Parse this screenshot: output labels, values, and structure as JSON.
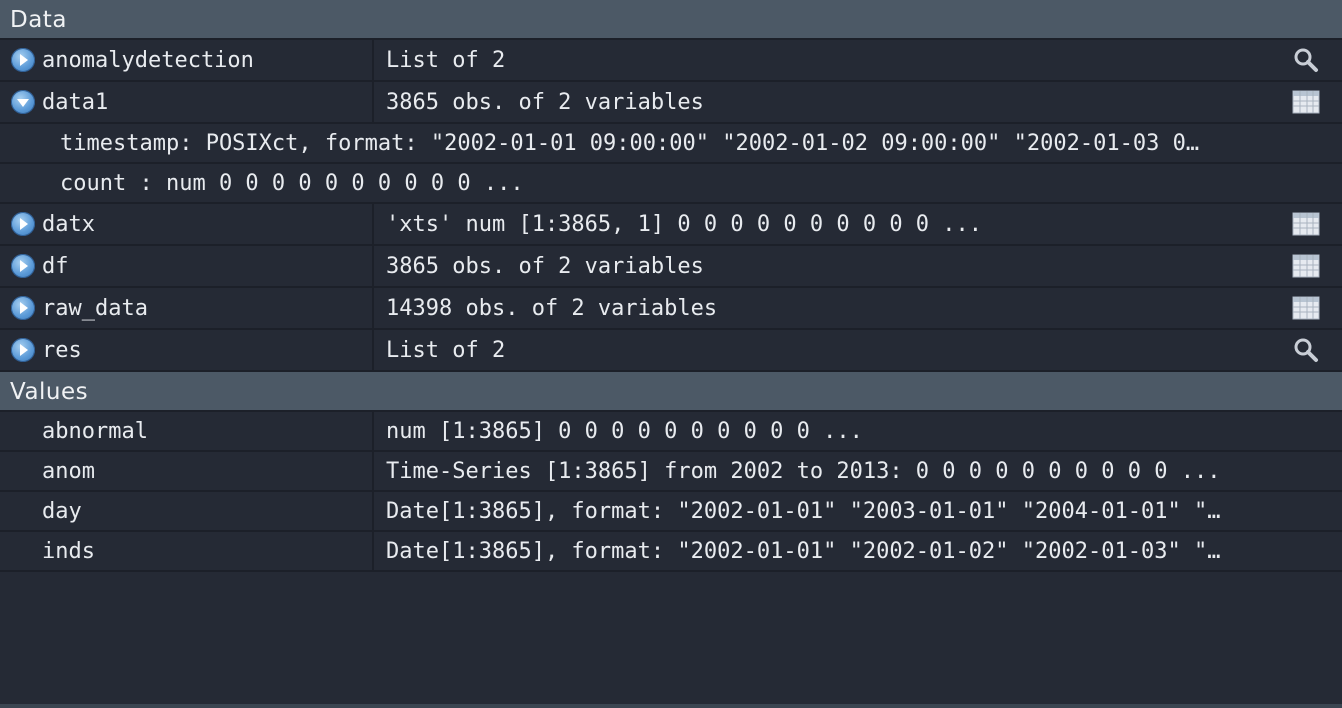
{
  "sections": {
    "data_title": "Data",
    "values_title": "Values"
  },
  "data_rows": [
    {
      "name": "anomalydetection",
      "value": "List of 2",
      "state": "collapsed",
      "action": "search-icon"
    },
    {
      "name": "data1",
      "value": "3865 obs. of 2 variables",
      "state": "expanded",
      "action": "table-icon"
    },
    {
      "name": "datx",
      "value": "'xts' num [1:3865, 1] 0 0 0 0 0 0 0 0 0 0 ...",
      "state": "collapsed",
      "action": "table-icon"
    },
    {
      "name": "df",
      "value": "3865 obs. of 2 variables",
      "state": "collapsed",
      "action": "table-icon"
    },
    {
      "name": "raw_data",
      "value": "14398 obs. of 2 variables",
      "state": "collapsed",
      "action": "table-icon"
    },
    {
      "name": "res",
      "value": "List of 2",
      "state": "collapsed",
      "action": "search-icon"
    }
  ],
  "data1_fields": [
    "timestamp: POSIXct, format: \"2002-01-01 09:00:00\" \"2002-01-02 09:00:00\" \"2002-01-03 0…",
    "count : num 0 0 0 0 0 0 0 0 0 0 ..."
  ],
  "value_rows": [
    {
      "name": "abnormal",
      "value": "num [1:3865] 0 0 0 0 0 0 0 0 0 0 ..."
    },
    {
      "name": "anom",
      "value": "Time-Series [1:3865] from 2002 to 2013: 0 0 0 0 0 0 0 0 0 0 ..."
    },
    {
      "name": "day",
      "value": "Date[1:3865], format: \"2002-01-01\" \"2003-01-01\" \"2004-01-01\" \"…"
    },
    {
      "name": "inds",
      "value": "Date[1:3865], format: \"2002-01-01\" \"2002-01-02\" \"2002-01-03\" \"…"
    }
  ],
  "colors": {
    "background": "#252a35",
    "header": "#4c5966",
    "expander": "#5c9bd8"
  }
}
